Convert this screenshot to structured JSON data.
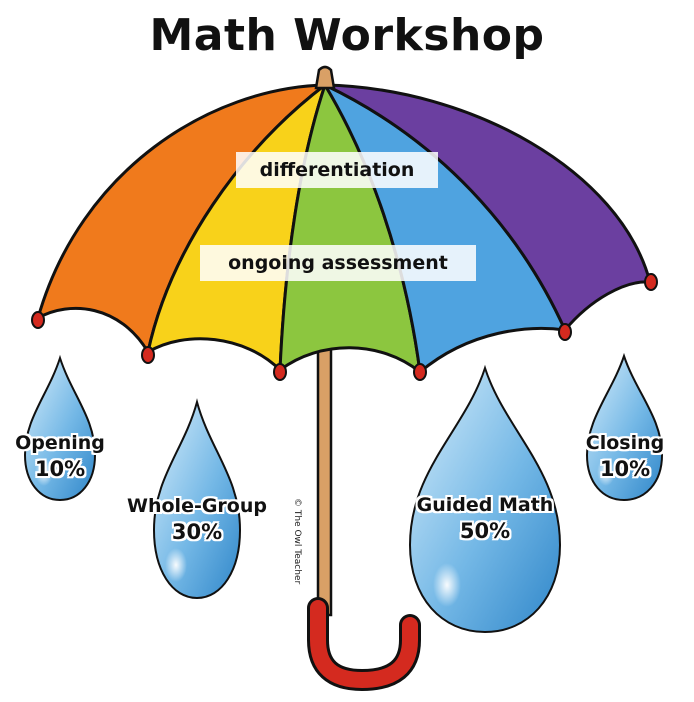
{
  "title": "Math Workshop",
  "umbrella": {
    "labels": {
      "top": "differentiation",
      "bottom": "ongoing assessment"
    },
    "panel_colors": [
      "#f07a1c",
      "#f8d21a",
      "#8cc63f",
      "#4fa3e0",
      "#6b3fa0"
    ],
    "handle_color": "#d42a1f",
    "shaft_color": "#d9a066"
  },
  "drops": [
    {
      "name": "Opening",
      "percent": "10%"
    },
    {
      "name": "Whole-Group",
      "percent": "30%"
    },
    {
      "name": "Guided Math",
      "percent": "50%"
    },
    {
      "name": "Closing",
      "percent": "10%"
    }
  ],
  "credit": "© The Owl Teacher"
}
